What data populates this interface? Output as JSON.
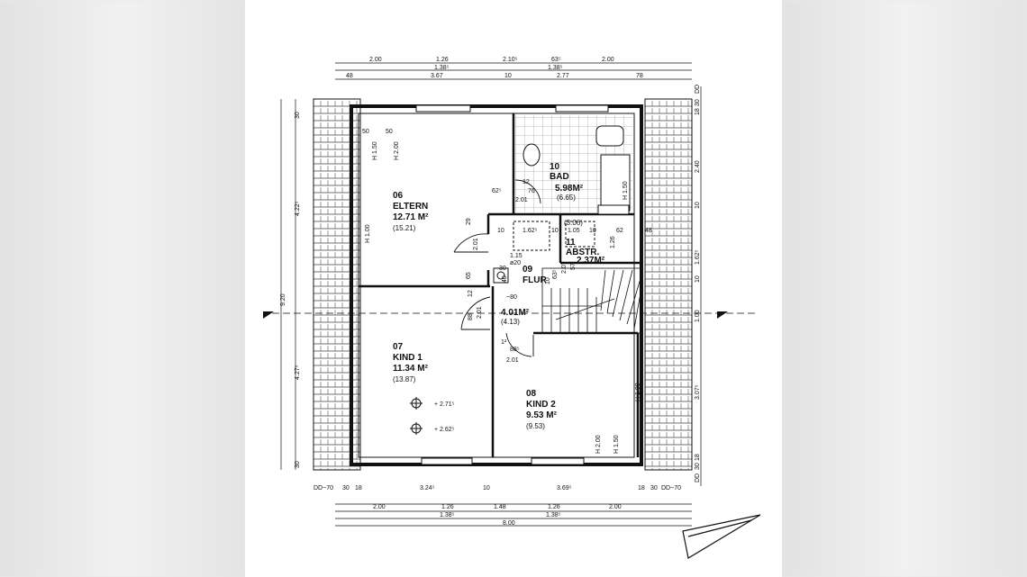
{
  "rooms": [
    {
      "number": "06",
      "name": "ELTERN",
      "area": "12.71 M²",
      "area_alt": "(15.21)"
    },
    {
      "number": "07",
      "name": "KIND 1",
      "area": "11.34 M²",
      "area_alt": "(13.87)"
    },
    {
      "number": "08",
      "name": "KIND 2",
      "area": "9.53 M²",
      "area_alt": "(9.53)"
    },
    {
      "number": "09",
      "name": "FLUR",
      "area": "4.01M²",
      "area_alt": "(4.13)"
    },
    {
      "number": "10",
      "name": "BAD",
      "area": "5.98M²",
      "area_alt": "(6.65)"
    },
    {
      "number": "11",
      "name": "ABSTR.",
      "area": "2.37M²",
      "area_alt": "(3.06)"
    }
  ],
  "dims_top_1": [
    "2.00",
    "1.26",
    "2.10⁵",
    "63⁵",
    "2.00"
  ],
  "dims_top_2": [
    "1.38⁵",
    "1.38⁵"
  ],
  "dims_top_3": [
    "48",
    "3.67",
    "10",
    "2.77",
    "78"
  ],
  "dims_bottom_1": [
    "DD~70",
    "30",
    "18",
    "3.24⁵",
    "10",
    "3.69⁵",
    "18",
    "30",
    "DD~70"
  ],
  "dims_bottom_2": [
    "2.00",
    "1.26",
    "1.48",
    "1.26",
    "2.00"
  ],
  "dims_bottom_3": [
    "1.38⁵",
    "1.38⁵"
  ],
  "dims_bottom_4": [
    "8.00"
  ],
  "dims_left": [
    "30",
    "4.22⁵",
    "9.20",
    "4.27⁵",
    "30"
  ],
  "dims_right": [
    "DD",
    "30",
    "18",
    "2.40",
    "10",
    "1.62⁵",
    "10",
    "1.00",
    "3.07⁵",
    "18",
    "30",
    "DD"
  ],
  "notes": [
    "H 1.50",
    "H 2.00",
    "H 1.00",
    "H 1.00",
    "H 2.00",
    "H 1.50",
    "H 1.50",
    "50",
    "50",
    "62⁵",
    "76",
    "2.01",
    "12",
    "29",
    "10",
    "1.62⁵",
    "10",
    "1.05",
    "10",
    "62",
    "48",
    "2.01",
    "1.26",
    "1.15",
    "ø20",
    "65",
    "30",
    "40",
    "10",
    "63⁵",
    "2.07",
    "57",
    "12",
    "2.01",
    "~80",
    "88",
    "1²",
    "88⁵",
    "2.01",
    "+ 2.71⁵",
    "+ 2.62⁵"
  ]
}
